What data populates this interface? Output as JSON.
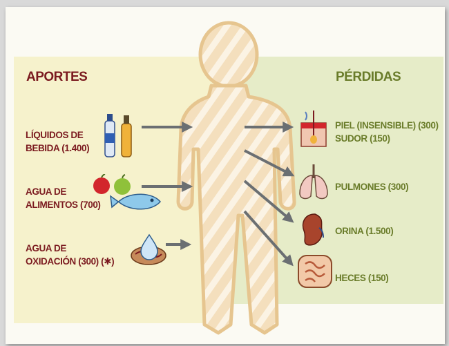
{
  "aportes": {
    "title": "APORTES",
    "items": [
      {
        "line1": "LÍQUIDOS DE",
        "line2": "BEBIDA (1.400)",
        "icon": "bottles-icon"
      },
      {
        "line1": "AGUA DE",
        "line2": "ALIMENTOS (700)",
        "icon": "food-icon"
      },
      {
        "line1": "AGUA DE",
        "line2": "OXIDACIÓN (300) (✱)",
        "icon": "oxidation-icon"
      }
    ]
  },
  "perdidas": {
    "title": "PÉRDIDAS",
    "items": [
      {
        "line1": "PIEL (INSENSIBLE) (300)",
        "line2": "SUDOR (150)",
        "icon": "skin-icon"
      },
      {
        "line1": "PULMONES (300)",
        "icon": "lungs-icon"
      },
      {
        "line1": "ORINA (1.500)",
        "icon": "kidney-icon"
      },
      {
        "line1": "HECES (150)",
        "icon": "intestine-icon"
      }
    ]
  },
  "colors": {
    "aportes_text": "#7b1a1f",
    "perdidas_text": "#6a7c2a",
    "arrow": "#6b6f72",
    "body_fill": "#f3dcb6",
    "body_outline": "#e6c58f"
  }
}
